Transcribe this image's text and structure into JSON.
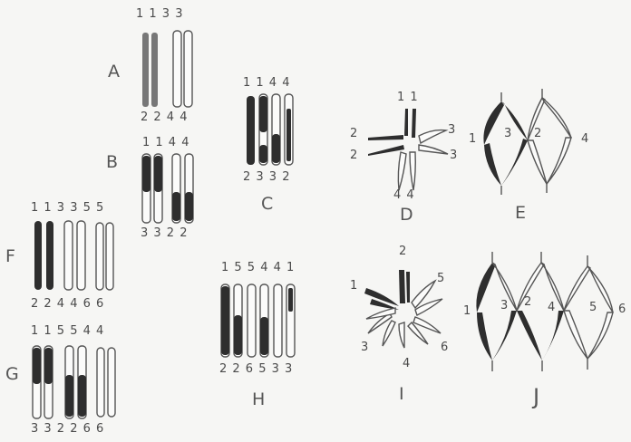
{
  "panels": {
    "A": {
      "letter": "A",
      "top": "1 1 3 3",
      "bottom": "2 2 4 4"
    },
    "B": {
      "letter": "B",
      "top": "1 1 4 4",
      "bottom": "3 3 2 2"
    },
    "C": {
      "letter": "C",
      "top": "1 1 4 4",
      "bottom": "2 3 3 2"
    },
    "D": {
      "letter": "D",
      "top": "1 1",
      "left1": "2",
      "left2": "2",
      "right1": "3",
      "right2": "3",
      "bottom": "4 4"
    },
    "E": {
      "letter": "E",
      "n1": "1",
      "n3": "3",
      "n2": "2",
      "n4": "4"
    },
    "F": {
      "letter": "F",
      "top": "1 1 3 3 5 5",
      "bottom": "2 2 4 4 6 6"
    },
    "G": {
      "letter": "G",
      "top": "1 1 5 5 4 4",
      "bottom": "3 3 2 2 6 6"
    },
    "H": {
      "letter": "H",
      "top": "1 5 5 4 4 1",
      "bottom": "2 2 6 5 3 3"
    },
    "I": {
      "letter": "I",
      "n1": "1",
      "n2": "2",
      "n3": "3",
      "n4": "4",
      "n5": "5",
      "n6": "6"
    },
    "J": {
      "letter": "J",
      "n1": "1",
      "n3": "3",
      "n2": "2",
      "n4": "4",
      "n5": "5",
      "n6": "6"
    }
  },
  "colors": {
    "ink": "#2b2b2b",
    "outline": "#555555",
    "paper": "#f6f6f4"
  }
}
